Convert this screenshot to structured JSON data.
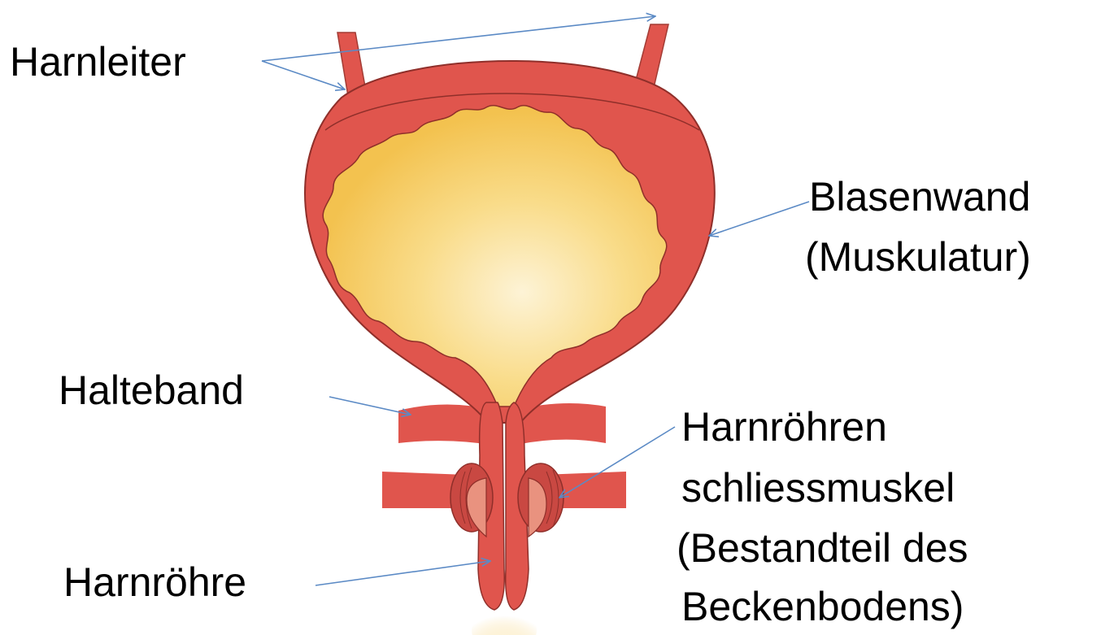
{
  "colors": {
    "muscle": "#e0554d",
    "muscle_outline": "#a33c35",
    "lumen_center": "#fdf3d6",
    "lumen_edge": "#f3c24f",
    "sphincter_inner": "#e9927f",
    "arrow": "#5b8ac5",
    "text": "#000000"
  },
  "labels": {
    "ureter": "Harnleiter",
    "bladder_wall_1": "Blasenwand",
    "bladder_wall_2": "(Muskulatur)",
    "ligament": "Halteband",
    "sphincter_1": "Harnröhren",
    "sphincter_2": "schliessmuskel",
    "sphincter_3": "(Bestandteil des",
    "sphincter_4": "Beckenbodens)",
    "urethra": "Harnröhre"
  }
}
